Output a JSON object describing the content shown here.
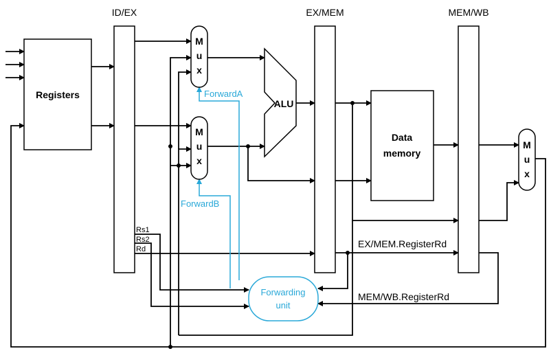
{
  "colors": {
    "forwarding": "#29a8d8",
    "stroke": "#000000",
    "background": "#ffffff"
  },
  "pipeline_registers": [
    "ID/EX",
    "EX/MEM",
    "MEM/WB"
  ],
  "blocks": {
    "registers": "Registers",
    "alu": "ALU",
    "data_memory_line1": "Data",
    "data_memory_line2": "memory",
    "forwarding_unit_line1": "Forwarding",
    "forwarding_unit_line2": "unit"
  },
  "mux": {
    "letters": [
      "M",
      "u",
      "x"
    ]
  },
  "signals": {
    "forward_a": "ForwardA",
    "forward_b": "ForwardB",
    "rs1": "Rs1",
    "rs2": "Rs2",
    "rd": "Rd",
    "ex_mem_rd": "EX/MEM.RegisterRd",
    "mem_wb_rd": "MEM/WB.RegisterRd"
  }
}
